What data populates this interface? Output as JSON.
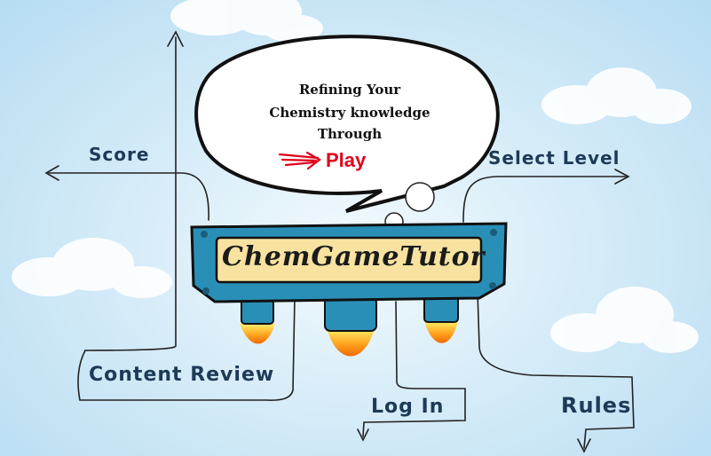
{
  "speech_bubble": {
    "line1": "Refining Your",
    "line2": "Chemistry knowledge",
    "line3": "Through",
    "play_label": "Play"
  },
  "logo": {
    "title": "ChemGameTutor"
  },
  "menu": {
    "score": "Score",
    "select_level": "Select Level",
    "content_review": "Content Review",
    "log_in": "Log In",
    "rules": "Rules"
  },
  "colors": {
    "sign_frame": "#2a8fb6",
    "sign_panel": "#f7e2a0",
    "label_text": "#1d3a57",
    "play_red": "#e0001b",
    "flame": "#ff9a1e"
  }
}
